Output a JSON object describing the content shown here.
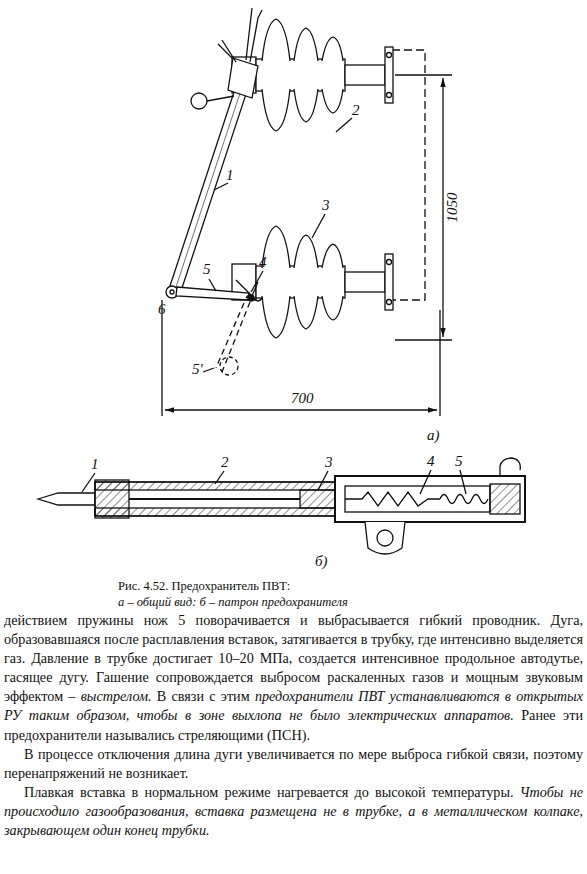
{
  "diagram": {
    "caption": "Рис. 4.52. Предохранитель ПВТ:",
    "labels": [
      "1",
      "2",
      "3",
      "4",
      "5",
      "6",
      "5'",
      "1050",
      "700",
      "а)",
      "1",
      "2",
      "3",
      "4",
      "5",
      "б)",
      "а – общий вид: б – патрон предохранителя",
      "действием пружины нож 5 поворачивается и выбрасывается гибкий проводник. Дуга, образовавшаяся после расплавления вставок, затягивается в трубку, где интенсивно выделяется газ. Давление в трубке достигает 10–20 МПа, создается интенсивное продольное автодутье, гасящее дугу. Гашение сопровождается выбросом раскаленных газов и мощным звуковым эффектом –",
      "выстрелом.",
      "В связи с этим",
      "предохранители ПВТ устанавливаются в открытых РУ таким образом, чтобы в зоне выхлопа не было электрических аппаратов.",
      "Ранее эти предохранители назывались стреляющими (ПСН).",
      "В процессе отключения длина дуги увеличивается по мере выброса гибкой связи, поэтому перенапряжений не возникает.",
      "Плавкая вставка в нормальном режиме нагревается до высокой температуры.",
      "Чтобы не происходило газообразования, вставка размещена не в трубке, а в металлическом колпаке, закрывающем один конец трубки."
    ]
  }
}
